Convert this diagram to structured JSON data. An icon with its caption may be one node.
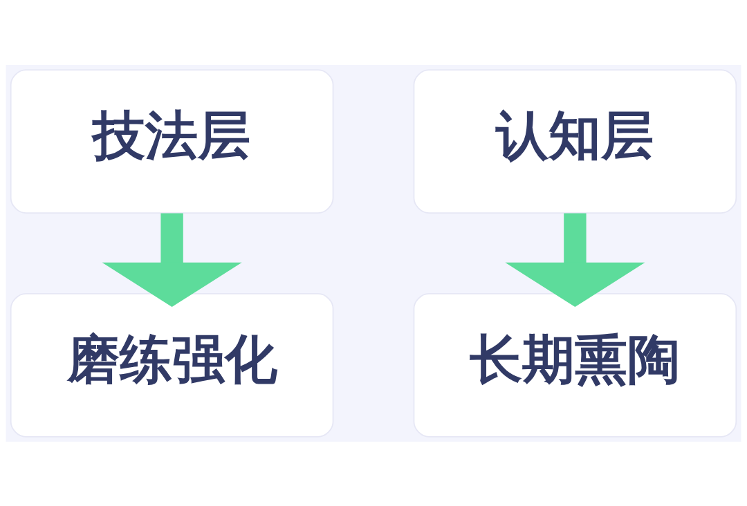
{
  "diagram": {
    "nodes": [
      {
        "text": [
          "技法层"
        ]
      },
      {
        "text": [
          "认知层"
        ]
      },
      {
        "text": [
          "磨练强化"
        ]
      },
      {
        "text": [
          "长期熏陶"
        ]
      }
    ],
    "edges": [
      {
        "from": 0,
        "to": 2,
        "arrow": "to"
      },
      {
        "from": 1,
        "to": 3,
        "arrow": "to"
      }
    ]
  }
}
